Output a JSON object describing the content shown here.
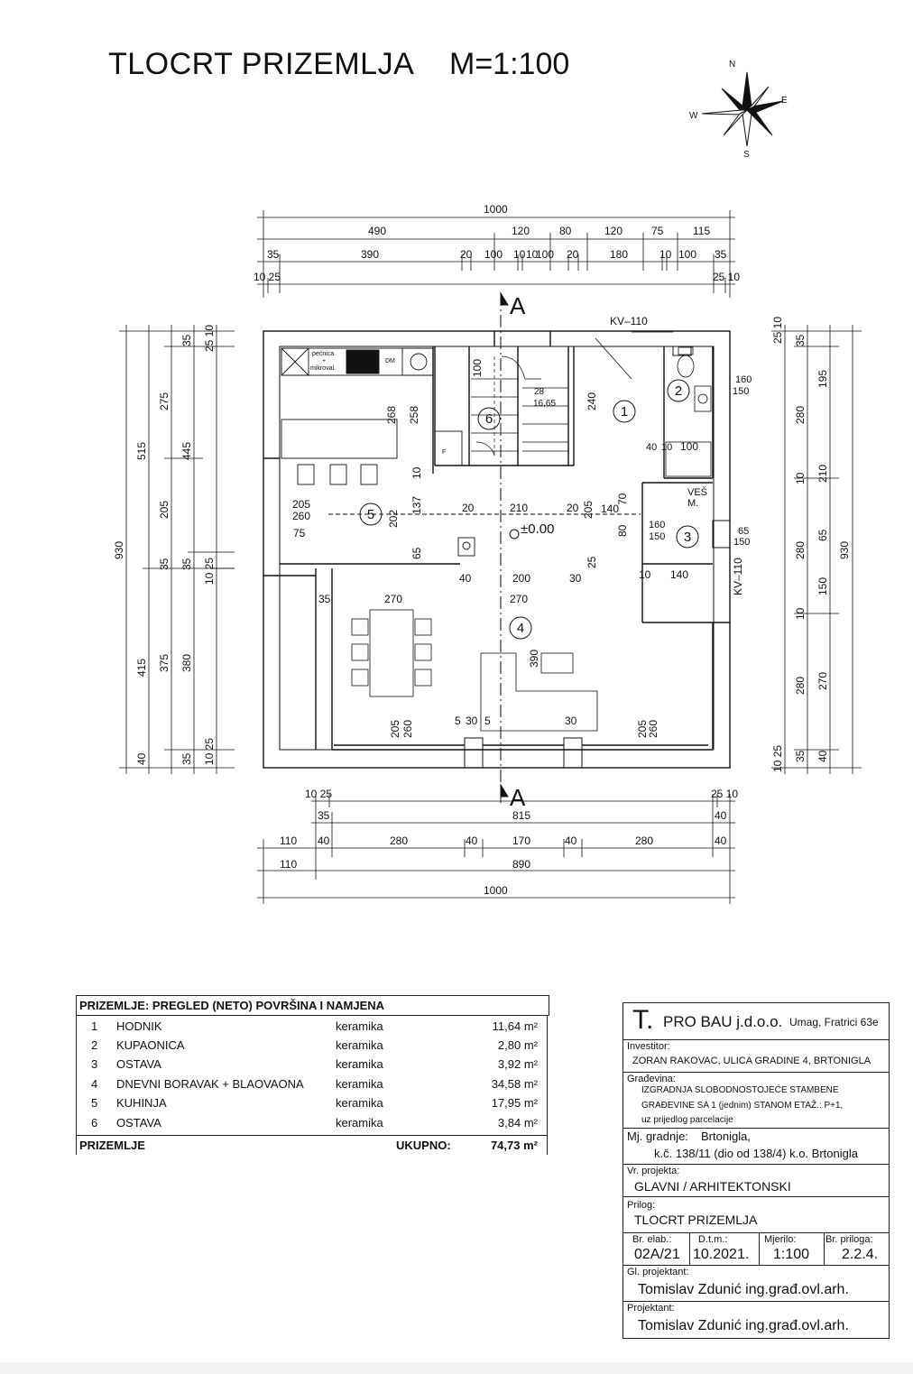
{
  "header": {
    "title": "TLOCRT PRIZEMLJA",
    "scale": "M=1:100"
  },
  "compass": {
    "n": "N",
    "e": "E",
    "s": "S",
    "w": "W"
  },
  "plan": {
    "section_mark": "A",
    "room_numbers": [
      "1",
      "2",
      "3",
      "4",
      "5",
      "6"
    ],
    "level": "±0.00",
    "kv_top": "KV–110",
    "kv_right": "KV–110",
    "ves": "VEŠ",
    "ves_m": "M.",
    "stove_label_1": "pećnica",
    "stove_label_2": "+",
    "stove_label_3": "mikroval.",
    "dm": "DM",
    "f": "F",
    "stair_1": "28",
    "stair_2": "16,65",
    "dims_top": {
      "total": "1000",
      "row2": [
        "490",
        "120",
        "80",
        "120",
        "75",
        "115"
      ],
      "row3": [
        "35",
        "390",
        "20",
        "100",
        "10",
        "10",
        "100",
        "20",
        "180",
        "10",
        "100",
        "35"
      ],
      "row4_left": "10 25",
      "row4_right": "25 10"
    },
    "dims_bottom": {
      "row1_left": "10 25",
      "row1_right": "25 10",
      "row2_left": "35",
      "row2_mid": "815",
      "row2_right": "40",
      "row3": [
        "110",
        "40",
        "280",
        "40",
        "170",
        "40",
        "280",
        "40"
      ],
      "row4": [
        "110",
        "890"
      ],
      "total": "1000"
    },
    "dims_left": [
      "930",
      "515",
      "415",
      "275",
      "205",
      "375",
      "445",
      "380",
      "35",
      "35",
      "35",
      "25 10",
      "40",
      "10 25",
      "35",
      "10 25"
    ],
    "dims_right": [
      "930",
      "195",
      "210",
      "280",
      "280",
      "150",
      "270",
      "280",
      "10",
      "10",
      "25 10",
      "35",
      "35",
      "65",
      "40",
      "10 25"
    ],
    "dims_inside": [
      "268",
      "258",
      "202",
      "137",
      "10",
      "65",
      "205",
      "260",
      "75",
      "20",
      "210",
      "20",
      "205",
      "140",
      "70",
      "80",
      "240",
      "160",
      "150",
      "40",
      "10",
      "100",
      "160",
      "150",
      "65",
      "150",
      "40",
      "200",
      "30",
      "25",
      "10",
      "140",
      "35",
      "270",
      "270",
      "390",
      "205",
      "260",
      "5",
      "30",
      "5",
      "30",
      "205",
      "260",
      "100"
    ]
  },
  "areas_table": {
    "heading": "PRIZEMLJE: PREGLED (NETO) POVRŠINA I NAMJENA",
    "rows": [
      {
        "n": "1",
        "name": "HODNIK",
        "mat": "keramika",
        "val": "11,64 m²"
      },
      {
        "n": "2",
        "name": "KUPAONICA",
        "mat": "keramika",
        "val": "2,80 m²"
      },
      {
        "n": "3",
        "name": "OSTAVA",
        "mat": "keramika",
        "val": "3,92 m²"
      },
      {
        "n": "4",
        "name": "DNEVNI BORAVAK + BLAOVAONA",
        "mat": "keramika",
        "val": "34,58 m²"
      },
      {
        "n": "5",
        "name": "KUHINJA",
        "mat": "keramika",
        "val": "17,95 m²"
      },
      {
        "n": "6",
        "name": "OSTAVA",
        "mat": "keramika",
        "val": "3,84 m²"
      }
    ],
    "total_label": "PRIZEMLJE",
    "total_key": "UKUPNO:",
    "total_value": "74,73 m²"
  },
  "title_block": {
    "logo": "T.",
    "company": "PRO BAU j.d.o.o.",
    "address": "Umag, Fratrici 63e",
    "investitor_label": "Investitor:",
    "investitor": "ZORAN RAKOVAC,  ULICA GRADINE 4, BRTONIGLA",
    "gradevina_label": "Građevina:",
    "gradevina_1": "IZGRADNJA SLOBODNOSTOJEĆE STAMBENE",
    "gradevina_2": "GRAĐEVINE SA 1 (jednim) STANOM ETAŽ.: P+1,",
    "gradevina_3": "uz prijedlog parcelacije",
    "mj_label": "Mj. gradnje:",
    "mj_1": "Brtonigla,",
    "mj_2": "k.č. 138/11 (dio od 138/4) k.o. Brtonigla",
    "vr_label": "Vr. projekta:",
    "vr": "GLAVNI / ARHITEKTONSKI",
    "prilog_label": "Prilog:",
    "prilog": "TLOCRT PRIZEMLJA",
    "br_elab_label": "Br. elab.:",
    "br_elab": "02A/21",
    "datum_label": "D.t.m.:",
    "datum": "10.2021.",
    "mjerilo_label": "Mjerilo:",
    "mjerilo": "1:100",
    "br_priloga_label": "Br. priloga:",
    "br_priloga": "2.2.4.",
    "gl_projektant_label": "Gl. projektant:",
    "gl_projektant": "Tomislav Zdunić ing.građ.ovl.arh.",
    "projektant_label": "Projektant:",
    "projektant": "Tomislav Zdunić ing.građ.ovl.arh."
  }
}
